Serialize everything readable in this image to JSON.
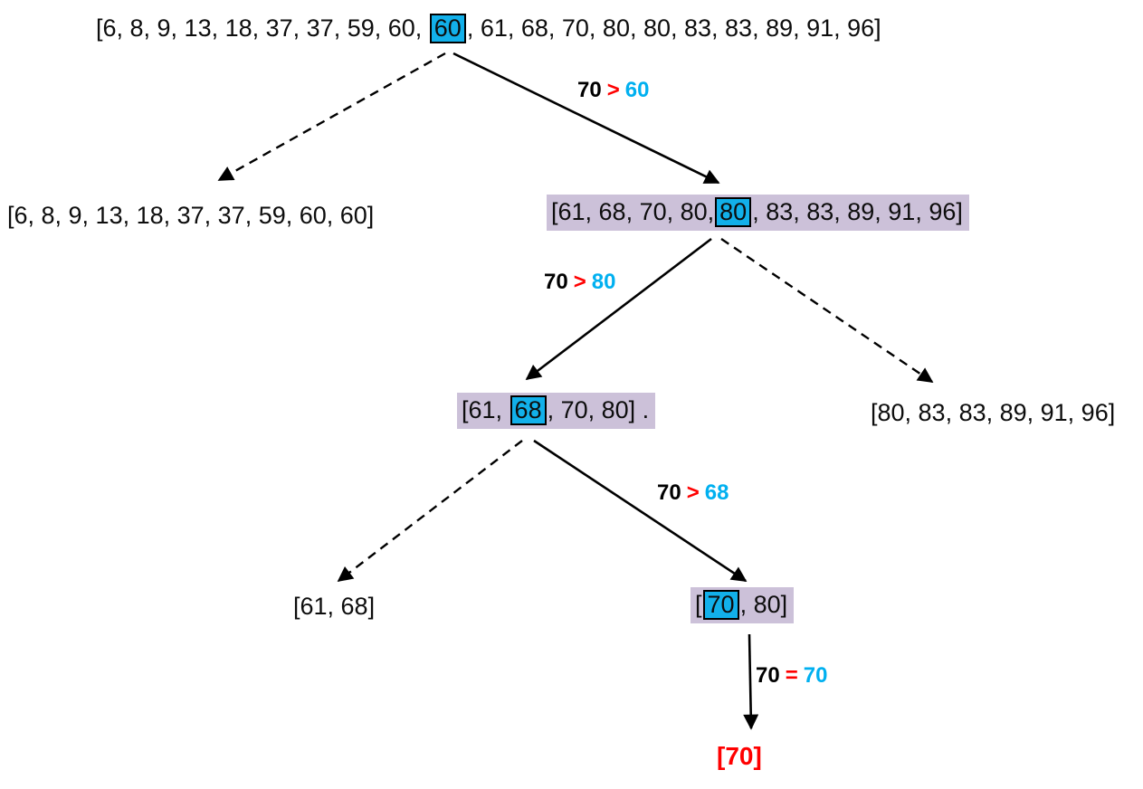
{
  "diagram": {
    "type": "binary-search-steps",
    "colors": {
      "highlight_box": "#12b0ea",
      "node_background": "#ccc1d9",
      "operator_red": "#ff0000",
      "value_cyan": "#00b0f0",
      "result_red": "#ff0000"
    },
    "nodes": {
      "root": {
        "pre": "[6, 8, 9, 13, 18, 37, 37, 59, 60, ",
        "mid": "60",
        "post": ", 61, 68, 70, 80, 80, 83, 83, 89, 91, 96]"
      },
      "l2_left": {
        "text": "[6, 8, 9, 13, 18, 37, 37, 59, 60, 60]"
      },
      "l2_right": {
        "pre": "[61, 68, 70, 80,",
        "mid": "80",
        "post": ", 83, 83, 89, 91, 96]"
      },
      "l3_left": {
        "pre": "[61, ",
        "mid": "68",
        "post": ", 70, 80] ."
      },
      "l3_right": {
        "text": "[80, 83, 83, 89, 91, 96]"
      },
      "l4_left": {
        "text": "[61, 68]"
      },
      "l4_right": {
        "pre": "[",
        "mid": "70",
        "post": ", 80]"
      },
      "result": {
        "text": "[70]"
      }
    },
    "labels": {
      "cmp1": {
        "target": "70",
        "op": ">",
        "value": "60"
      },
      "cmp2": {
        "target": "70",
        "op": ">",
        "value": "80"
      },
      "cmp3": {
        "target": "70",
        "op": ">",
        "value": "68"
      },
      "cmp4": {
        "target": "70",
        "op": "=",
        "value": "70"
      }
    }
  }
}
